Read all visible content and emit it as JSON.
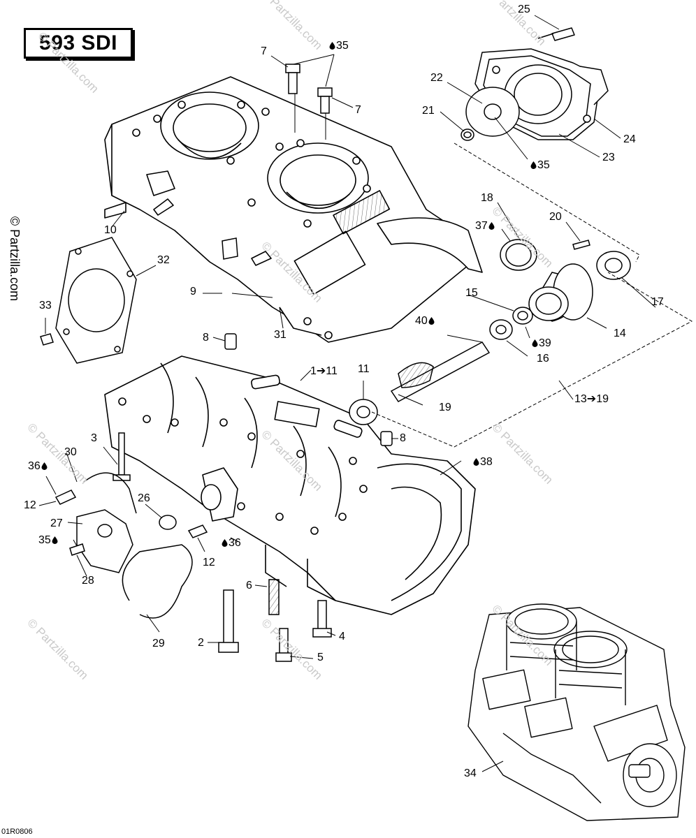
{
  "title": "593 SDI",
  "watermark": "© Partzilla.com",
  "diagram_code": "01R0806",
  "callouts": [
    {
      "text": "25",
      "drop": false
    },
    {
      "text": "7",
      "drop": false
    },
    {
      "text": "35",
      "drop": true,
      "drop_before": true
    },
    {
      "text": "7",
      "drop": false
    },
    {
      "text": "22",
      "drop": false
    },
    {
      "text": "21",
      "drop": false
    },
    {
      "text": "24",
      "drop": false
    },
    {
      "text": "23",
      "drop": false
    },
    {
      "text": "35",
      "drop": true,
      "drop_before": true
    },
    {
      "text": "10",
      "drop": false
    },
    {
      "text": "18",
      "drop": false
    },
    {
      "text": "20",
      "drop": false
    },
    {
      "text": "37",
      "drop": true,
      "drop_before": false
    },
    {
      "text": "32",
      "drop": false
    },
    {
      "text": "9",
      "drop": false
    },
    {
      "text": "15",
      "drop": false
    },
    {
      "text": "17",
      "drop": false
    },
    {
      "text": "33",
      "drop": false
    },
    {
      "text": "31",
      "drop": false
    },
    {
      "text": "40",
      "drop": true,
      "drop_before": false
    },
    {
      "text": "14",
      "drop": false
    },
    {
      "text": "8",
      "drop": false
    },
    {
      "text": "39",
      "drop": true,
      "drop_before": true
    },
    {
      "text": "16",
      "drop": false
    },
    {
      "text": "1➔11",
      "drop": false
    },
    {
      "text": "11",
      "drop": false
    },
    {
      "text": "19",
      "drop": false
    },
    {
      "text": "13➔19",
      "drop": false
    },
    {
      "text": "3",
      "drop": false
    },
    {
      "text": "8",
      "drop": false
    },
    {
      "text": "30",
      "drop": false
    },
    {
      "text": "38",
      "drop": true,
      "drop_before": true
    },
    {
      "text": "36",
      "drop": true,
      "drop_before": false
    },
    {
      "text": "12",
      "drop": false
    },
    {
      "text": "26",
      "drop": false
    },
    {
      "text": "27",
      "drop": false
    },
    {
      "text": "35",
      "drop": true,
      "drop_before": false
    },
    {
      "text": "12",
      "drop": false
    },
    {
      "text": "36",
      "drop": true,
      "drop_before": true
    },
    {
      "text": "28",
      "drop": false
    },
    {
      "text": "6",
      "drop": false
    },
    {
      "text": "29",
      "drop": false
    },
    {
      "text": "2",
      "drop": false
    },
    {
      "text": "4",
      "drop": false
    },
    {
      "text": "5",
      "drop": false
    },
    {
      "text": "34",
      "drop": false
    }
  ]
}
